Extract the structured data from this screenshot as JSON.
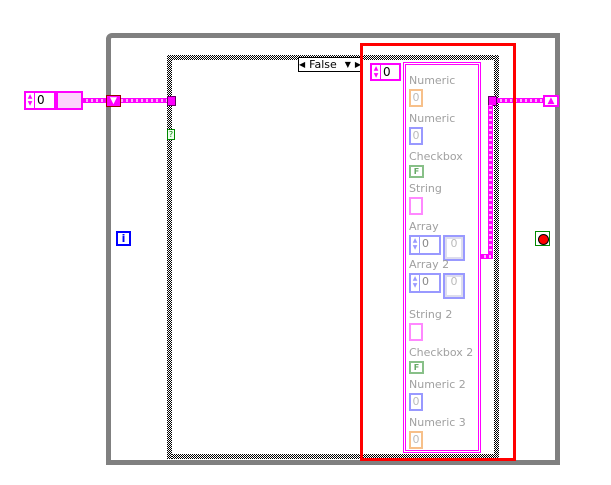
{
  "left_control": {
    "value": "0"
  },
  "case_selector": {
    "value": "False"
  },
  "cluster_index": {
    "value": "0"
  },
  "cluster_items": [
    {
      "label": "Numeric",
      "type": "numeric-dbl",
      "value": "0",
      "color": "#f7c08a"
    },
    {
      "label": "Numeric",
      "type": "numeric-int",
      "value": "0",
      "color": "#9999ff"
    },
    {
      "label": "Checkbox",
      "type": "boolean",
      "value": "F",
      "color": "#88c088"
    },
    {
      "label": "String",
      "type": "string",
      "color": "#ff88ff"
    },
    {
      "label": "Array",
      "type": "array",
      "index": "0",
      "value": "0",
      "color": "#9999ff"
    },
    {
      "label": "Array 2",
      "type": "array",
      "index": "0",
      "value": "0",
      "color": "#9999ff"
    },
    {
      "label": "String 2",
      "type": "string",
      "color": "#ff88ff"
    },
    {
      "label": "Checkbox 2",
      "type": "boolean",
      "value": "F",
      "color": "#88c088"
    },
    {
      "label": "Numeric 2",
      "type": "numeric-int",
      "value": "0",
      "color": "#9999ff"
    },
    {
      "label": "Numeric 3",
      "type": "numeric-dbl",
      "value": "0",
      "color": "#f7c08a"
    }
  ],
  "iteration_terminal": {
    "text": "i"
  },
  "selector_terminal": {
    "text": "?"
  },
  "colors": {
    "cluster_wire": "#ff00ff",
    "highlight": "#ff0000",
    "loop": "#808080"
  }
}
